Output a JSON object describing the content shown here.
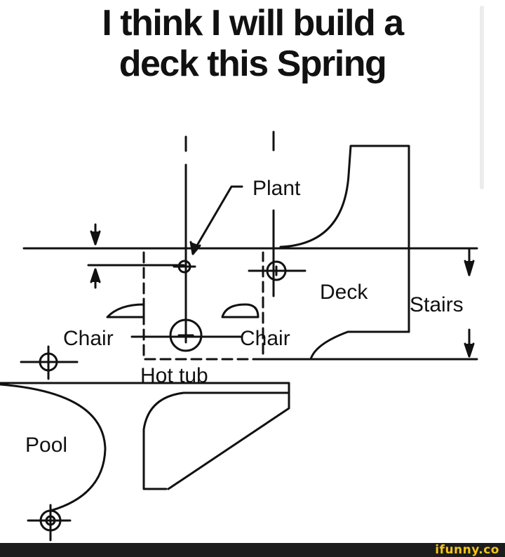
{
  "caption": {
    "line1": "I think I will build a",
    "line2": "deck this Spring"
  },
  "labels": {
    "plant": "Plant",
    "deck": "Deck",
    "stairs": "Stairs",
    "chair_left": "Chair",
    "chair_right": "Chair",
    "hot_tub": "Hot tub",
    "pool": "Pool"
  },
  "watermark": "ifunny.co"
}
